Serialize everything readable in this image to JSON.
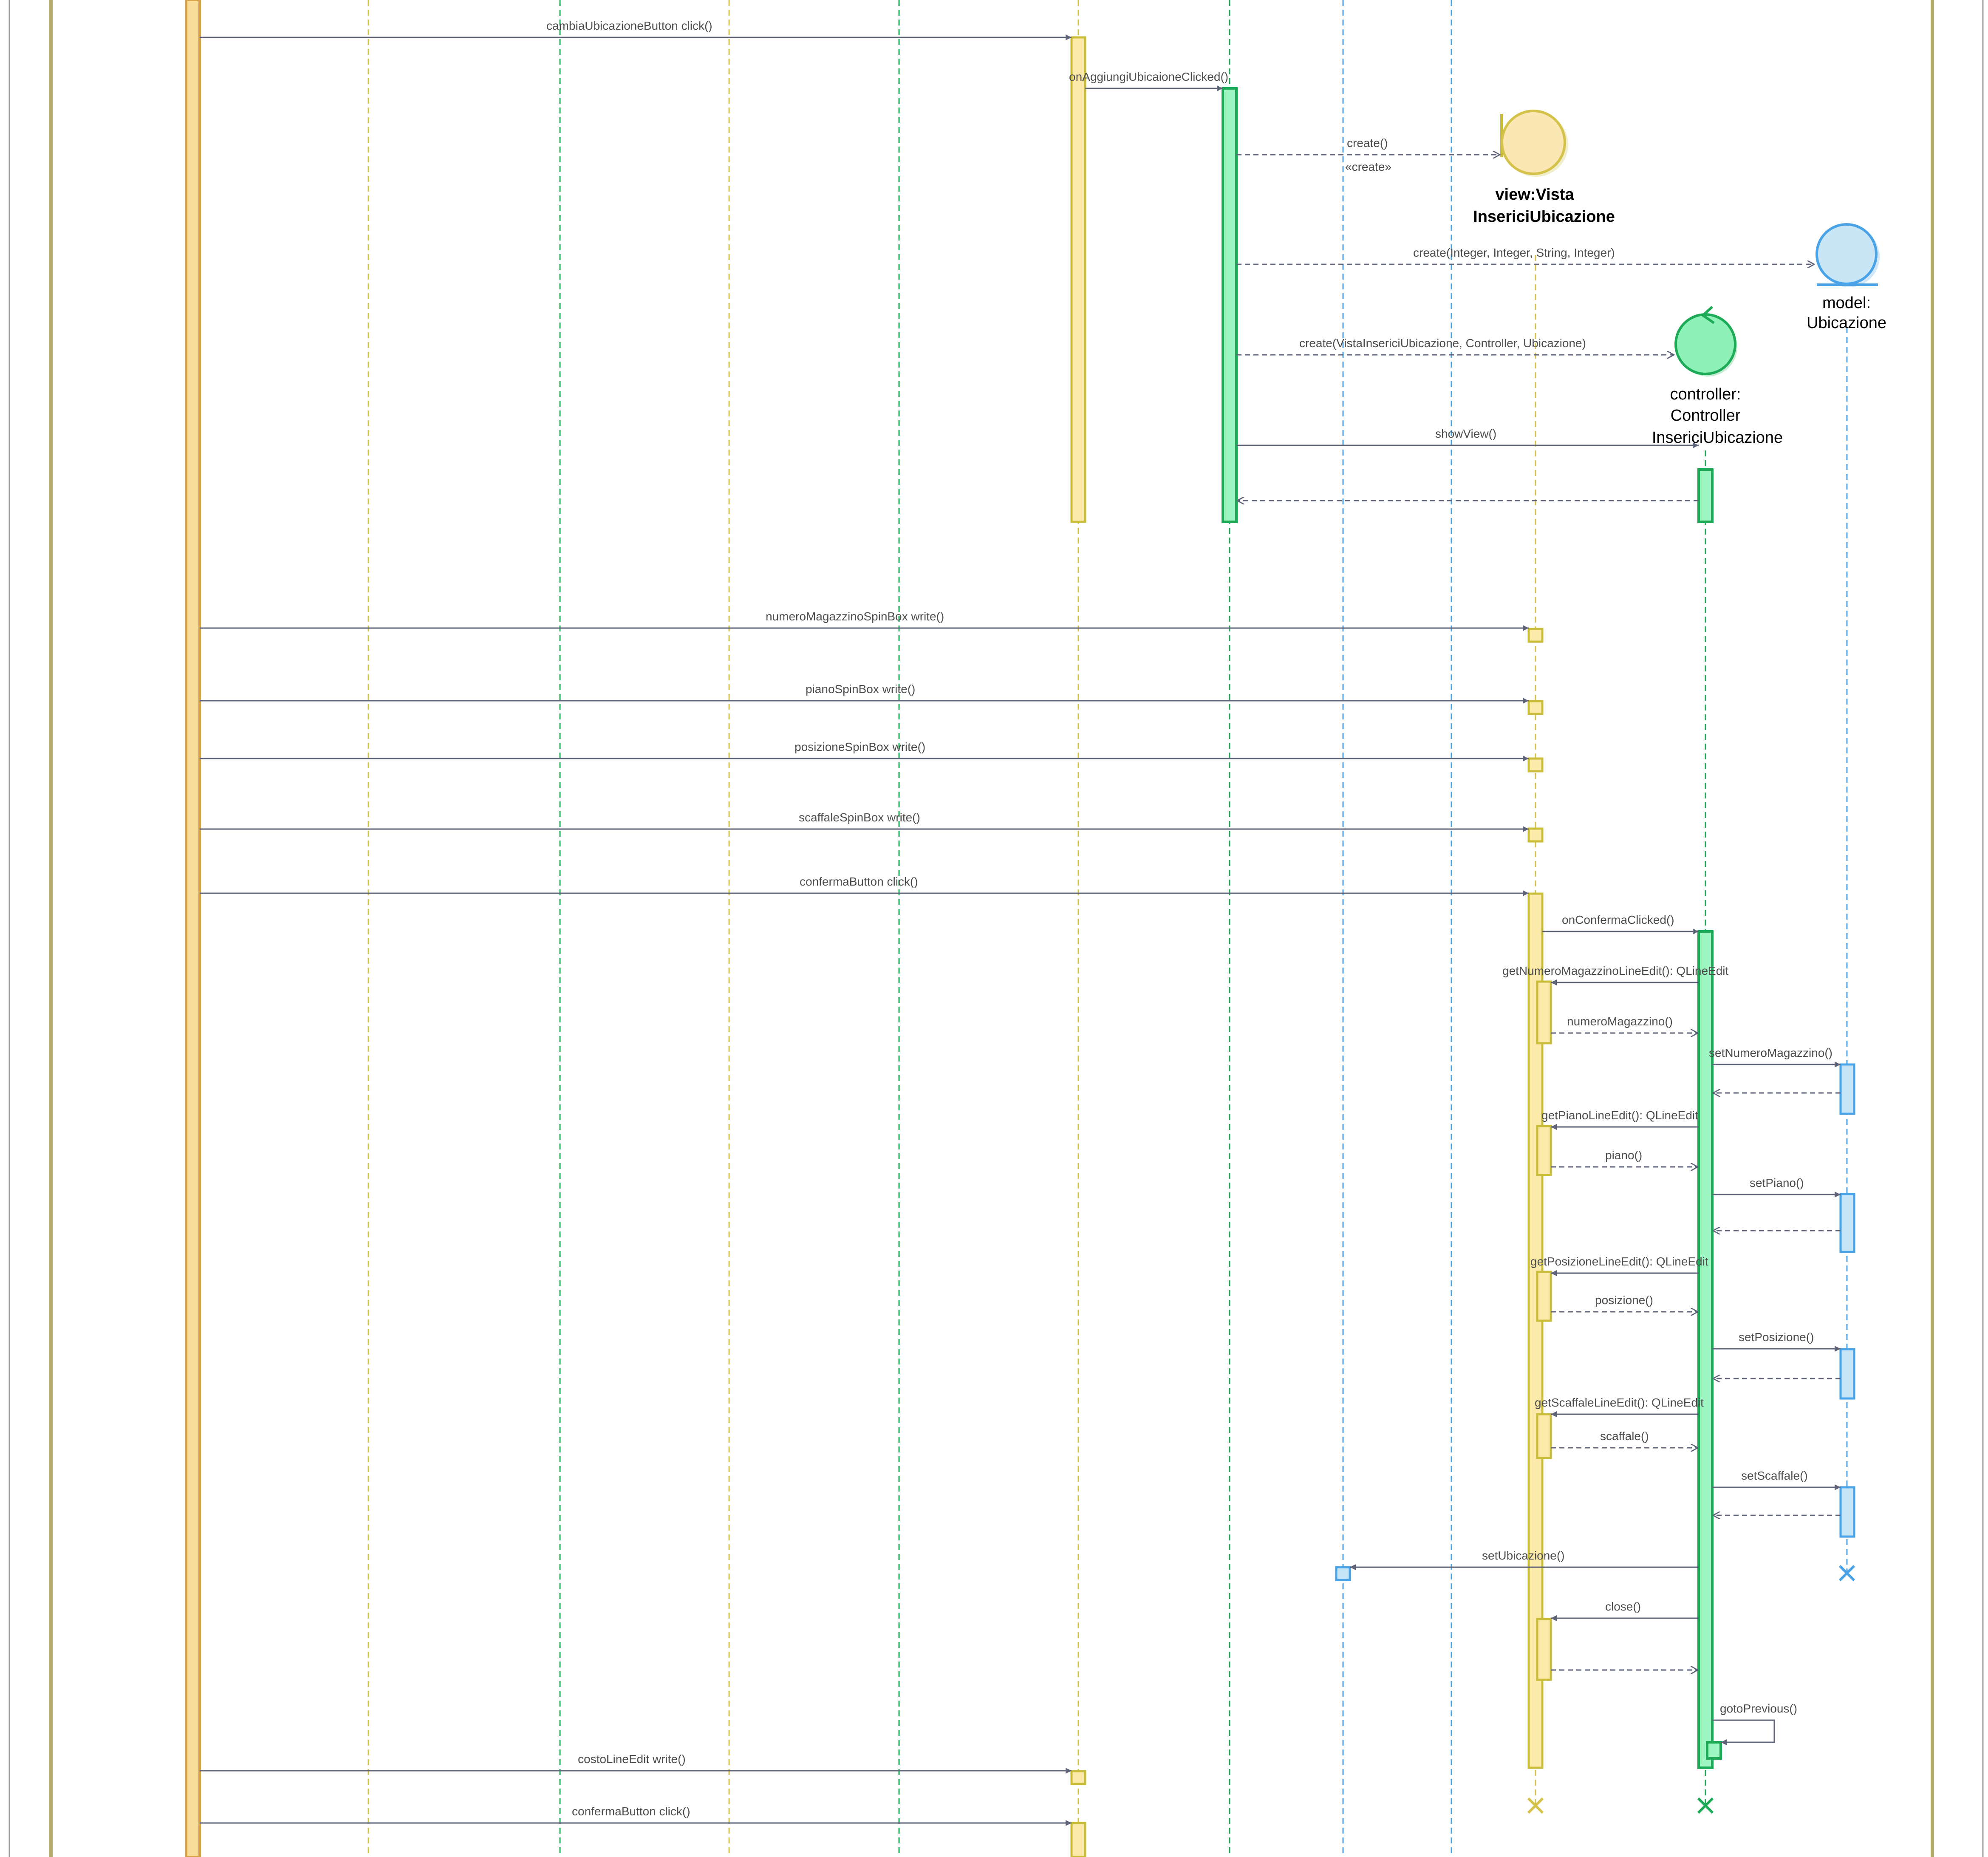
{
  "colors": {
    "yellow_fill": "#fbeaa9",
    "yellow_stroke": "#c9bd3a",
    "orange_fill": "#f9dc9a",
    "orange_stroke": "#d4a24a",
    "green_fill": "#9df5c1",
    "green_stroke": "#1eab57",
    "blue_fill": "#c6e6f7",
    "blue_stroke": "#4aa3e6",
    "arrow": "#5e6378",
    "frame": "#b3ab6a"
  },
  "objects": {
    "view": {
      "line1": "view:Vista",
      "line2": "InsericiUbicazione",
      "icon": "boundary-icon"
    },
    "model": {
      "line1": "model:",
      "line2": "Ubicazione",
      "icon": "entity-icon"
    },
    "controller": {
      "line1": "controller:",
      "line2": "Controller",
      "line3": "InsericiUbicazione",
      "icon": "control-icon"
    }
  },
  "messages": {
    "m1": "cambiaUbicazioneButton click()",
    "m2": "onAggiungiUbicaioneClicked()",
    "m3": "create()",
    "m3s": "«create»",
    "m4": "create(Integer, Integer, String, Integer)",
    "m5": "create(VistaInsericiUbicazione, Controller, Ubicazione)",
    "m6": "showView()",
    "m7": "numeroMagazzinoSpinBox write()",
    "m8": "pianoSpinBox write()",
    "m9": "posizioneSpinBox write()",
    "m10": "scaffaleSpinBox write()",
    "m11": "confermaButton click()",
    "m12": "onConfermaClicked()",
    "m13": "getNumeroMagazzinoLineEdit(): QLineEdit",
    "m14": "numeroMagazzino()",
    "m15": "setNumeroMagazzino()",
    "m16": "getPianoLineEdit(): QLineEdit",
    "m17": "piano()",
    "m18": "setPiano()",
    "m19": "getPosizioneLineEdit(): QLineEdit",
    "m20": "posizione()",
    "m21": "setPosizione()",
    "m22": "getScaffaleLineEdit(): QLineEdit",
    "m23": "scaffale()",
    "m24": "setScaffale()",
    "m25": "setUbicazione()",
    "m26": "close()",
    "m27": "gotoPrevious()",
    "m28": "costoLineEdit write()",
    "m29": "confermaButton click()"
  }
}
